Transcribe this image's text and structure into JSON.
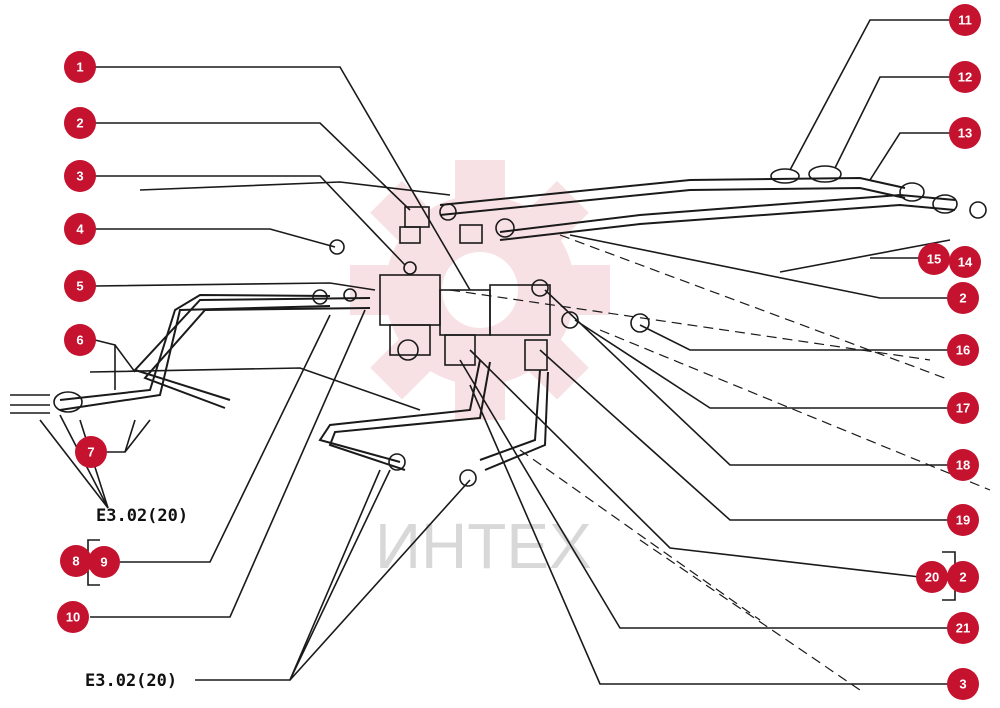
{
  "watermark": "ИНТЕХ",
  "colors": {
    "badge": "#c4122f",
    "line": "#1a1a1a",
    "watermark_gear": "#f3c9cf"
  },
  "references": [
    "E3.02(20)",
    "E3.02(20)"
  ],
  "callouts": [
    "1",
    "2",
    "3",
    "4",
    "5",
    "6",
    "7",
    "8",
    "9",
    "10",
    "11",
    "12",
    "13",
    "14",
    "15",
    "2",
    "16",
    "17",
    "18",
    "19",
    "20",
    "2",
    "21",
    "3"
  ]
}
